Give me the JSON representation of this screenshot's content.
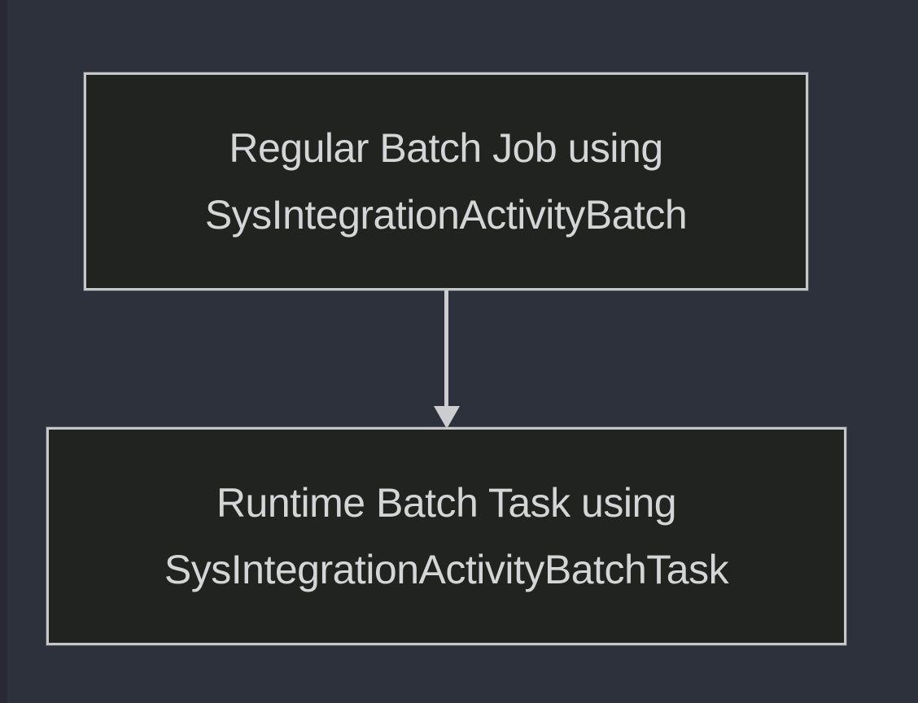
{
  "canvas": {
    "background_color": "#2d313c",
    "left_strip_color": "#272a34"
  },
  "diagram": {
    "type": "flowchart",
    "colors": {
      "node_fill": "#212321",
      "node_border": "#c5c7c9",
      "text": "#d4d5d6",
      "arrow": "#cccdd0"
    },
    "nodes": [
      {
        "id": "regular-batch-job",
        "lines": {
          "0": "Regular Batch Job using",
          "1": "SysIntegrationActivityBatch"
        }
      },
      {
        "id": "runtime-batch-task",
        "lines": {
          "0": "Runtime Batch Task using",
          "1": "SysIntegrationActivityBatchTask"
        }
      }
    ],
    "edges": [
      {
        "from": "regular-batch-job",
        "to": "runtime-batch-task",
        "direction": "down",
        "style": "solid-arrow"
      }
    ]
  }
}
